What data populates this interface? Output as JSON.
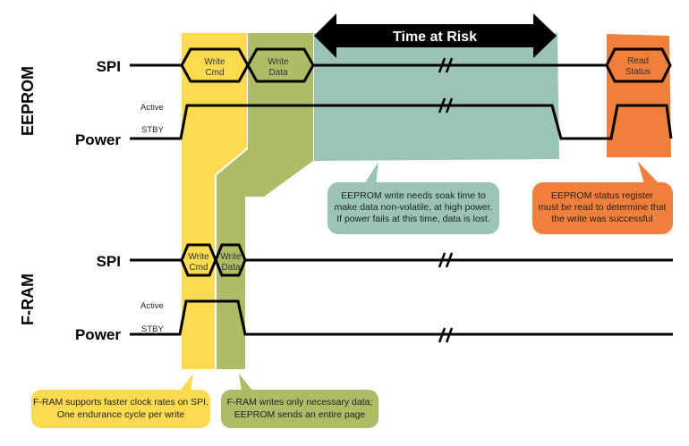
{
  "colors": {
    "write_cmd": "#fcdb50",
    "write_data": "#adbd66",
    "time_at_risk": "#9bc3b6",
    "read_status": "#ef7f3b",
    "line": "#000000"
  },
  "eeprom": {
    "section_label": "EEPROM",
    "spi_label": "SPI",
    "power_label": "Power",
    "active_label": "Active",
    "stby_label": "STBY",
    "write_cmd": [
      "Write",
      "Cmd"
    ],
    "write_data": [
      "Write",
      "Data"
    ],
    "read_status": [
      "Read",
      "Status"
    ],
    "time_at_risk": "Time at Risk",
    "break_mark": "//"
  },
  "fram": {
    "section_label": "F-RAM",
    "spi_label": "SPI",
    "power_label": "Power",
    "active_label": "Active",
    "stby_label": "STBY",
    "write_cmd": [
      "Write",
      "Cmd"
    ],
    "write_data": [
      "Write",
      "Data"
    ],
    "break_mark": "//"
  },
  "callouts": {
    "soak_time": [
      "EEPROM write needs soak time to",
      "make data non-volatile, at high power.",
      "If power fails at this time, data is lost."
    ],
    "status_register": [
      "EEPROM status register",
      "must be read to determine that",
      "the write was successful"
    ],
    "fram_clock": [
      "F-RAM supports faster clock rates on SPI.",
      "One endurance cycle per write"
    ],
    "fram_writes": [
      "F-RAM writes only necessary data;",
      "EEPROM sends an entire page"
    ]
  }
}
